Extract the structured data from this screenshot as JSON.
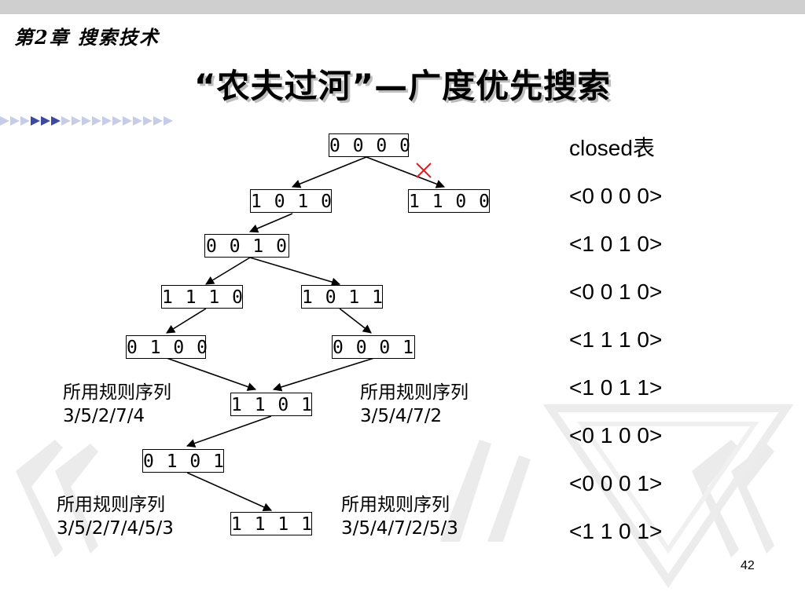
{
  "header": {
    "chapter": "第2章 搜索技术",
    "title": "“农夫过河”—广度优先搜索"
  },
  "tree": {
    "nodes": {
      "root": "0 0 0 0",
      "n1010": "1 0 1 0",
      "n1100": "1 1 0 0",
      "n0010": "0 0 1 0",
      "n1110": "1 1 1 0",
      "n1011": "1 0 1 1",
      "n0100": "0 1 0 0",
      "n0001": "0 0 0 1",
      "n1101": "1 1 0 1",
      "n0101": "0 1 0 1",
      "n1111": "1 1 1 1"
    },
    "rejected_mark": "×"
  },
  "rules": [
    {
      "label": "所用规则序列",
      "sequence": "3/5/2/7/4"
    },
    {
      "label": "所用规则序列",
      "sequence": "3/5/4/7/2"
    },
    {
      "label": "所用规则序列",
      "sequence": "3/5/2/7/4/5/3"
    },
    {
      "label": "所用规则序列",
      "sequence": "3/5/4/7/2/5/3"
    }
  ],
  "closed": {
    "title": "closed表",
    "items": [
      "<0 0 0 0>",
      "<1 0 1 0>",
      "<0 0 1 0>",
      "<1 1 1 0>",
      "<1 0 1 1>",
      "<0 1 0 0>",
      "<0 0 0 1>",
      "<1 1 0 1>"
    ]
  },
  "page_number": "42",
  "colors": {
    "accent": "#3b4aa0",
    "reject": "#e02020",
    "decor": "#e4e4e4"
  }
}
